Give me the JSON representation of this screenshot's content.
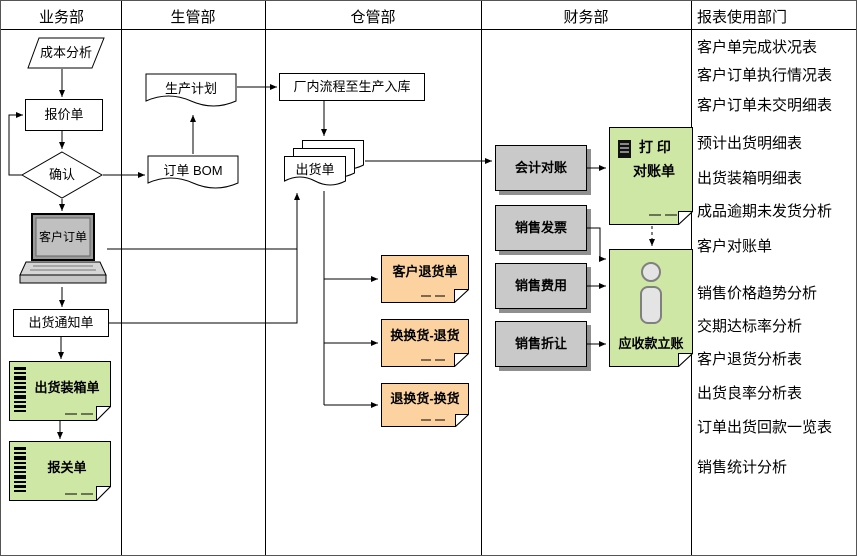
{
  "header": {
    "lanes": [
      "业务部",
      "生管部",
      "仓管部",
      "财务部",
      "报表使用部门"
    ]
  },
  "business": {
    "cost_analysis": "成本分析",
    "quotation": "报价单",
    "confirm": "确认",
    "customer_order": "客户订单",
    "ship_notice": "出货通知单",
    "packing_list": "出货装箱单",
    "customs_form": "报关单"
  },
  "production": {
    "plan": "生产计划",
    "order_bom": "订单 BOM"
  },
  "warehouse": {
    "factory_inbound": "厂内流程至生产入库",
    "shipment": "出货单",
    "customer_return": "客户退货单",
    "exchange_return": "换换货-退货",
    "return_exchange": "退换货-换货"
  },
  "finance": {
    "recon": "会计对账",
    "invoice": "销售发票",
    "expense": "销售费用",
    "allowance": "销售折让",
    "print_line1": "打 印",
    "print_line2": "对账单",
    "ar_posting": "应收款立账"
  },
  "reports": {
    "items": [
      "客户单完成状况表",
      "客户订单执行情况表",
      "客户订单未交明细表",
      "预计出货明细表",
      "出货装箱明细表",
      "成品逾期未发货分析",
      "客户对账单",
      "销售价格趋势分析",
      "交期达标率分析",
      "客户退货分析表",
      "出货良率分析表",
      "订单出货回款一览表",
      "销售统计分析"
    ]
  },
  "icons": {
    "printer": "printer-icon",
    "info": "info-icon",
    "barcode": "barcode-icon"
  },
  "colors": {
    "note_green": "#cfe7a4",
    "note_orange": "#fbd2a0",
    "box_gray": "#c9c9c9",
    "box_shadow": "#8f8f8f"
  }
}
